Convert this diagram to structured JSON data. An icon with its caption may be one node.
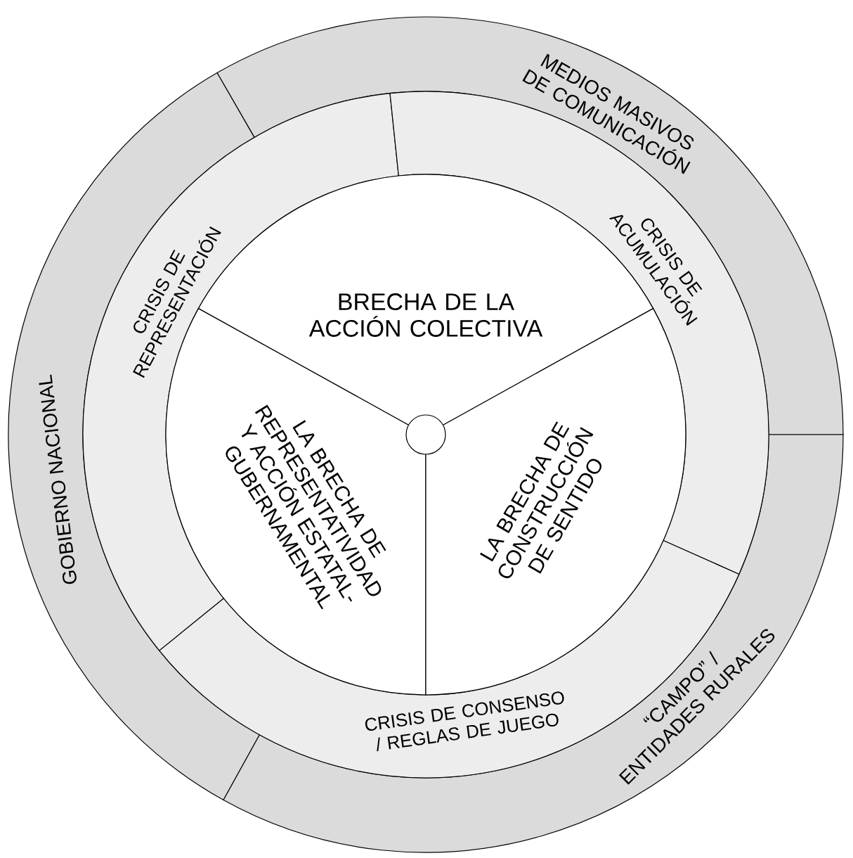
{
  "diagram": {
    "nodes": [
      {
        "text": [
          "MEDIOS MASIVOS DE COMUNICACIÓN"
        ]
      },
      {
        "text": [
          "GOBIERNO NACIONAL"
        ]
      },
      {
        "text": [
          "“CAMPO” / ENTIDADES RURALES"
        ]
      },
      {
        "text": [
          "CRISIS DE REPRESENTACIÓN"
        ]
      },
      {
        "text": [
          "CRISIS DE ACUMULACIÓN"
        ]
      },
      {
        "text": [
          "CRISIS DE CONSENSO / REGLAS DE JUEGO"
        ]
      },
      {
        "text": [
          "BRECHA DE LA ACCIÓN COLECTIVA"
        ]
      },
      {
        "text": [
          "LA BRECHA DE REPRESENTATIVIDAD Y ACCIÓN ESTATAL-GUBERNAMENTAL"
        ]
      },
      {
        "text": [
          "LA BRECHA DE CONSTRUCCIÓN DE SENTIDO"
        ]
      },
      {
        "text": [],
        "shape": "circle"
      }
    ]
  }
}
